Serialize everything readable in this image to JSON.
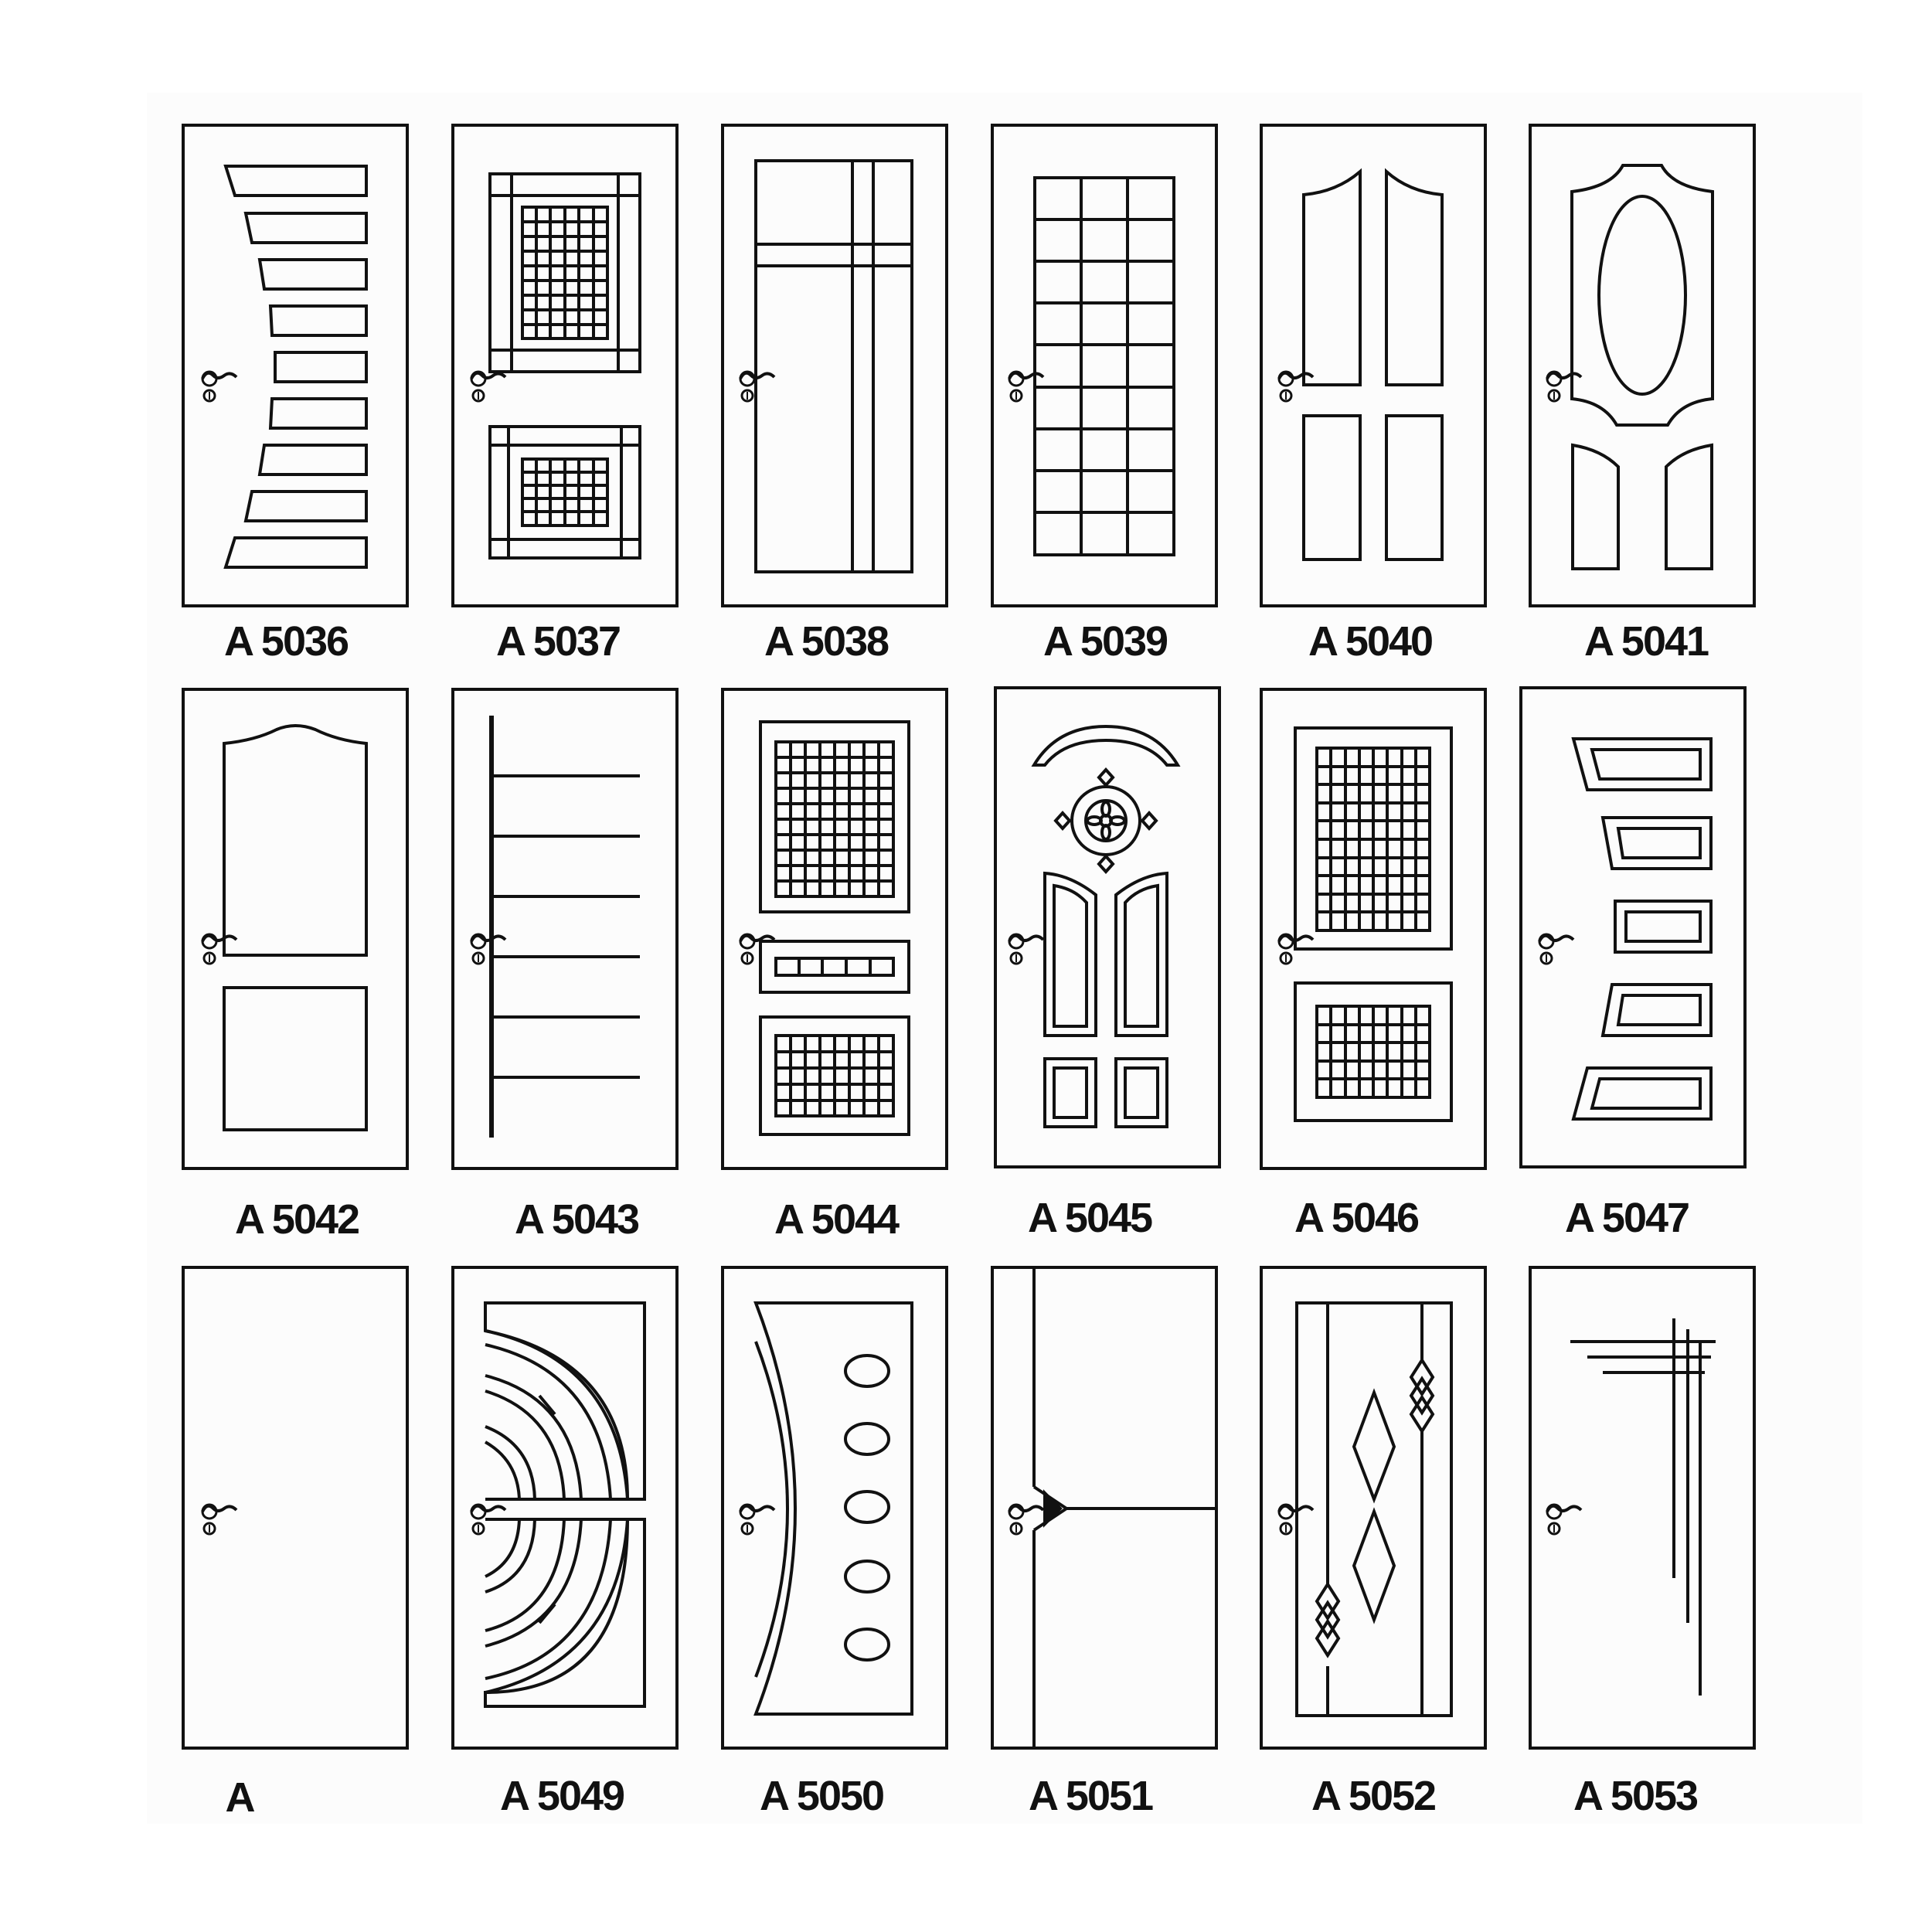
{
  "doors": [
    {
      "code": "A 5036",
      "pattern": "stepped-horizontal-panels"
    },
    {
      "code": "A 5037",
      "pattern": "two-grid-panels"
    },
    {
      "code": "A 5038",
      "pattern": "cross-grooves"
    },
    {
      "code": "A 5039",
      "pattern": "square-grid"
    },
    {
      "code": "A 5040",
      "pattern": "four-panel-arched"
    },
    {
      "code": "A 5041",
      "pattern": "oval-with-two-panels"
    },
    {
      "code": "A 5042",
      "pattern": "two-panel-arched"
    },
    {
      "code": "A 5043",
      "pattern": "horizontal-lines"
    },
    {
      "code": "A 5044",
      "pattern": "three-grid-panels"
    },
    {
      "code": "A 5045",
      "pattern": "ornamental-rosette"
    },
    {
      "code": "A 5046",
      "pattern": "two-grid-panels-large"
    },
    {
      "code": "A 5047",
      "pattern": "trapezoid-panels"
    },
    {
      "code": "A",
      "pattern": "plain"
    },
    {
      "code": "A 5049",
      "pattern": "arc-sunburst"
    },
    {
      "code": "A 5050",
      "pattern": "curve-with-ovals"
    },
    {
      "code": "A 5051",
      "pattern": "split-line"
    },
    {
      "code": "A 5052",
      "pattern": "diamonds"
    },
    {
      "code": "A 5053",
      "pattern": "crossing-lines"
    }
  ],
  "colors": {
    "line": "#111111",
    "paper": "#ffffff",
    "page": "#fcfcfc"
  },
  "icons": {
    "handle": "door-handle-icon"
  }
}
